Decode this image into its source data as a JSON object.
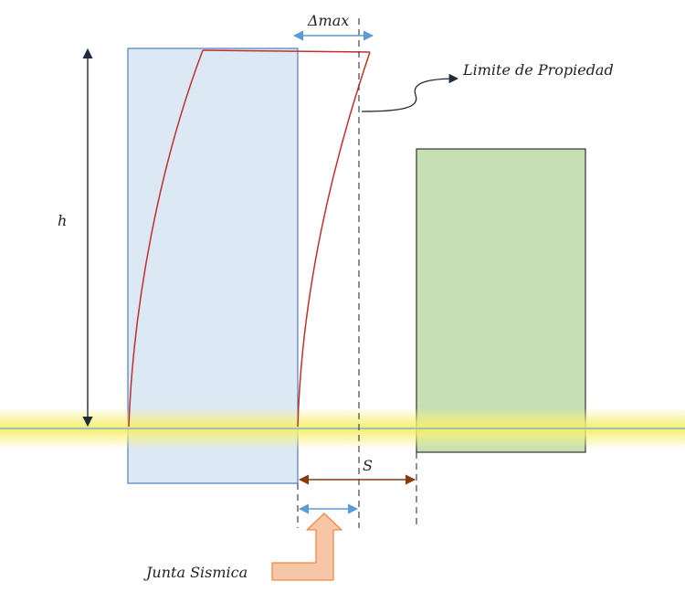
{
  "labels": {
    "delta_max": "Δmax",
    "height": "h",
    "property_limit": "Limite de Propiedad",
    "separation": "S",
    "seismic_joint": "Junta Sismica"
  },
  "colors": {
    "building_left_fill": "#dde8f5",
    "building_left_stroke": "#4f7fbf",
    "building_right_fill": "#c6e0b4",
    "building_right_stroke": "#333333",
    "deformed_shape": "#c0302a",
    "ground_line": "#6aa8d8",
    "ground_glow": "#f6f07a",
    "dimension_blue": "#5b9bd5",
    "dimension_brown": "#8b3a10",
    "dimension_dark": "#1f2a3a",
    "joint_arrow_fill": "#f7c6a6",
    "joint_arrow_stroke": "#ed8a4a",
    "dashed_line": "#444444"
  }
}
